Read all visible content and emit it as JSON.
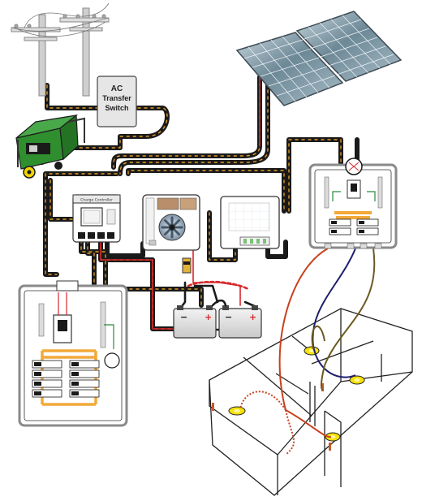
{
  "transfer_switch": {
    "line1": "AC",
    "line2": "Transfer",
    "line3": "Switch"
  },
  "charge_controller": {
    "title": "Charge Controller"
  },
  "colors": {
    "cable_black": "#1a1a1a",
    "cable_stripe": "#e09a2a",
    "dc_red": "#d8262a",
    "wire_orange": "#c8411d",
    "wire_navy": "#1e1e6e",
    "wire_olive": "#6b5a22",
    "generator_green": "#2f8f2f",
    "breaker_orange": "#f2a93a",
    "solar_blue": "#8fa8b6",
    "light_yellow": "#f5e10a"
  },
  "icons": [
    "utility-pole-icon",
    "generator-icon",
    "solar-panel-icon",
    "inverter-fan-icon",
    "battery-icon",
    "ceiling-light-icon"
  ]
}
